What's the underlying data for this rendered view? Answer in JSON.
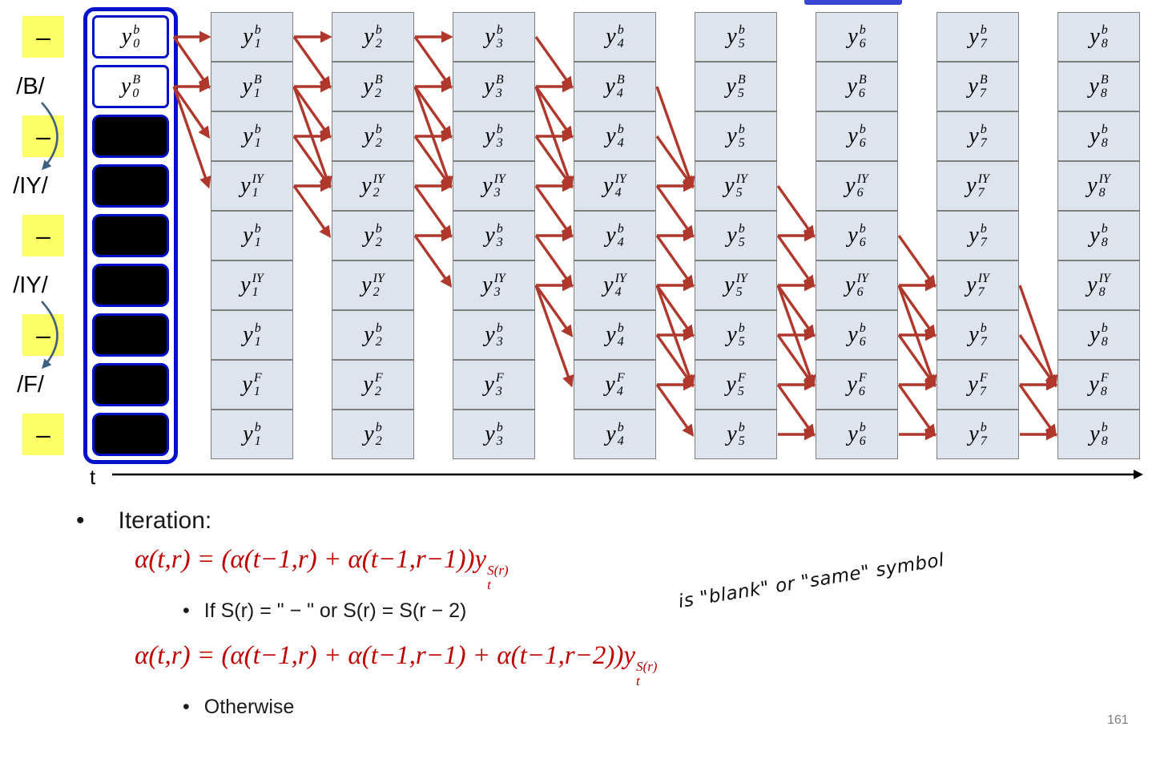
{
  "slide": {
    "page_number": "161",
    "time_axis_label": "t",
    "bullet_glyph": "•",
    "bullet_heading": "Iteration:",
    "formula_case1": "α(t,r) =  (α(t−1,r) + α(t−1,r−1))y_{t}^{S(r)}",
    "condition_case1": "If S(r) = \" − \" or S(r) = S(r − 2)",
    "handwritten_note": "is  \"blank\"  or  \"same\"  symbol",
    "formula_case2": "α(t,r) =  (α(t−1,r) + α(t−1,r−1) + α(t−1,r−2))y_{t}^{S(r)}",
    "condition_case2": "Otherwise"
  },
  "trellis": {
    "output_base": "y",
    "symbol_labels": [
      "–",
      "/B/",
      "–",
      "/IY/",
      "–",
      "/IY/",
      "–",
      "/F/",
      "–"
    ],
    "row_superscripts": [
      "b",
      "B",
      "b",
      "IY",
      "b",
      "IY",
      "b",
      "F",
      "b"
    ],
    "time_indices": [
      0,
      1,
      2,
      3,
      4,
      5,
      6,
      7,
      8
    ],
    "first_column": {
      "visible_rows": 2,
      "masked_rows": 7
    },
    "label_skip_arcs": [
      [
        2,
        4
      ],
      [
        6,
        8
      ]
    ],
    "edges": [
      [
        0,
        1,
        1
      ],
      [
        0,
        1,
        2
      ],
      [
        0,
        2,
        2
      ],
      [
        0,
        2,
        3
      ],
      [
        0,
        2,
        4
      ],
      [
        1,
        1,
        1
      ],
      [
        1,
        1,
        2
      ],
      [
        1,
        2,
        2
      ],
      [
        1,
        2,
        3
      ],
      [
        1,
        2,
        4
      ],
      [
        1,
        3,
        3
      ],
      [
        1,
        3,
        4
      ],
      [
        1,
        4,
        4
      ],
      [
        1,
        4,
        5
      ],
      [
        2,
        1,
        1
      ],
      [
        2,
        1,
        2
      ],
      [
        2,
        2,
        2
      ],
      [
        2,
        2,
        3
      ],
      [
        2,
        2,
        4
      ],
      [
        2,
        3,
        3
      ],
      [
        2,
        3,
        4
      ],
      [
        2,
        4,
        4
      ],
      [
        2,
        4,
        5
      ],
      [
        2,
        5,
        5
      ],
      [
        2,
        5,
        6
      ],
      [
        3,
        1,
        2
      ],
      [
        3,
        2,
        2
      ],
      [
        3,
        2,
        3
      ],
      [
        3,
        2,
        4
      ],
      [
        3,
        3,
        3
      ],
      [
        3,
        3,
        4
      ],
      [
        3,
        4,
        4
      ],
      [
        3,
        4,
        5
      ],
      [
        3,
        5,
        5
      ],
      [
        3,
        5,
        6
      ],
      [
        3,
        6,
        6
      ],
      [
        3,
        6,
        7
      ],
      [
        3,
        6,
        8
      ],
      [
        4,
        2,
        4
      ],
      [
        4,
        3,
        4
      ],
      [
        4,
        4,
        4
      ],
      [
        4,
        4,
        5
      ],
      [
        4,
        5,
        5
      ],
      [
        4,
        5,
        6
      ],
      [
        4,
        6,
        6
      ],
      [
        4,
        6,
        7
      ],
      [
        4,
        6,
        8
      ],
      [
        4,
        7,
        7
      ],
      [
        4,
        7,
        8
      ],
      [
        4,
        8,
        8
      ],
      [
        4,
        8,
        9
      ],
      [
        5,
        4,
        5
      ],
      [
        5,
        5,
        5
      ],
      [
        5,
        5,
        6
      ],
      [
        5,
        6,
        6
      ],
      [
        5,
        6,
        7
      ],
      [
        5,
        6,
        8
      ],
      [
        5,
        7,
        7
      ],
      [
        5,
        7,
        8
      ],
      [
        5,
        8,
        8
      ],
      [
        5,
        8,
        9
      ],
      [
        5,
        9,
        9
      ],
      [
        6,
        5,
        6
      ],
      [
        6,
        6,
        6
      ],
      [
        6,
        6,
        7
      ],
      [
        6,
        6,
        8
      ],
      [
        6,
        7,
        7
      ],
      [
        6,
        7,
        8
      ],
      [
        6,
        8,
        8
      ],
      [
        6,
        8,
        9
      ],
      [
        6,
        9,
        9
      ],
      [
        7,
        6,
        8
      ],
      [
        7,
        7,
        8
      ],
      [
        7,
        8,
        8
      ],
      [
        7,
        8,
        9
      ],
      [
        7,
        9,
        9
      ]
    ],
    "colors": {
      "cell_fill": "#dde4ee",
      "cell_border": "#7f7f7f",
      "column0_outline": "#0011cc",
      "hidden_cell_fill": "#000000",
      "label_highlight": "#ffff66",
      "transition_arrow": "#b0372b",
      "formula_text": "#c00000",
      "skip_arc": "#3f5f7f"
    }
  }
}
